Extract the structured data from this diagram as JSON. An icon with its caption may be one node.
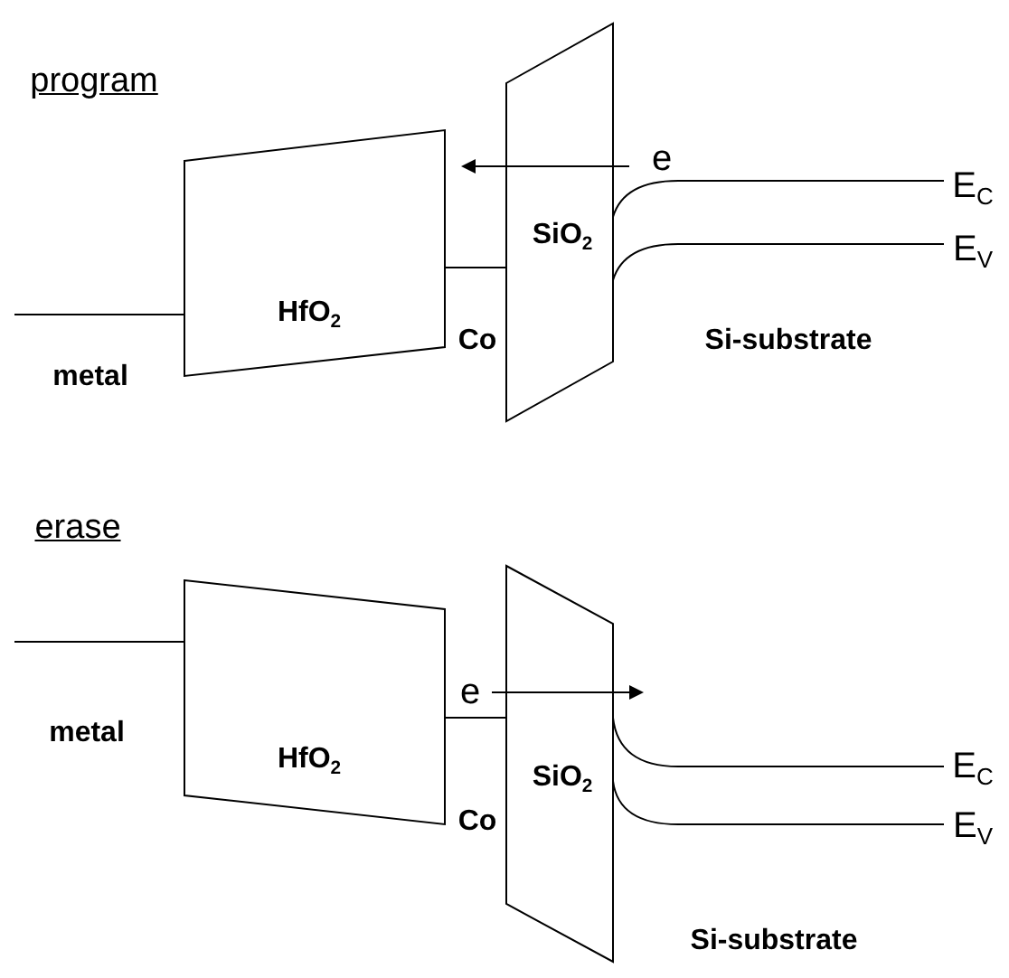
{
  "diagram": {
    "nodes": [
      {
        "text": [
          "HfO$_{2}$"
        ]
      },
      {
        "text": [
          "SiO$_{2}$"
        ]
      },
      {
        "text": [
          "HfO$_{2}$"
        ]
      },
      {
        "text": [
          "SiO$_{2}$"
        ]
      }
    ],
    "edges": [
      {
        "from": 0,
        "to": 1,
        "arrow": "none"
      },
      {
        "from": 2,
        "to": 3,
        "arrow": "none"
      }
    ],
    "labels": [
      "program",
      "e",
      "E$_{C}$",
      "E$_{V}$",
      "Co",
      "Si-substrate",
      "metal",
      "erase",
      "e",
      "metal",
      "E$_{C}$",
      "Co",
      "E$_{V}$",
      "Si-substrate"
    ]
  }
}
